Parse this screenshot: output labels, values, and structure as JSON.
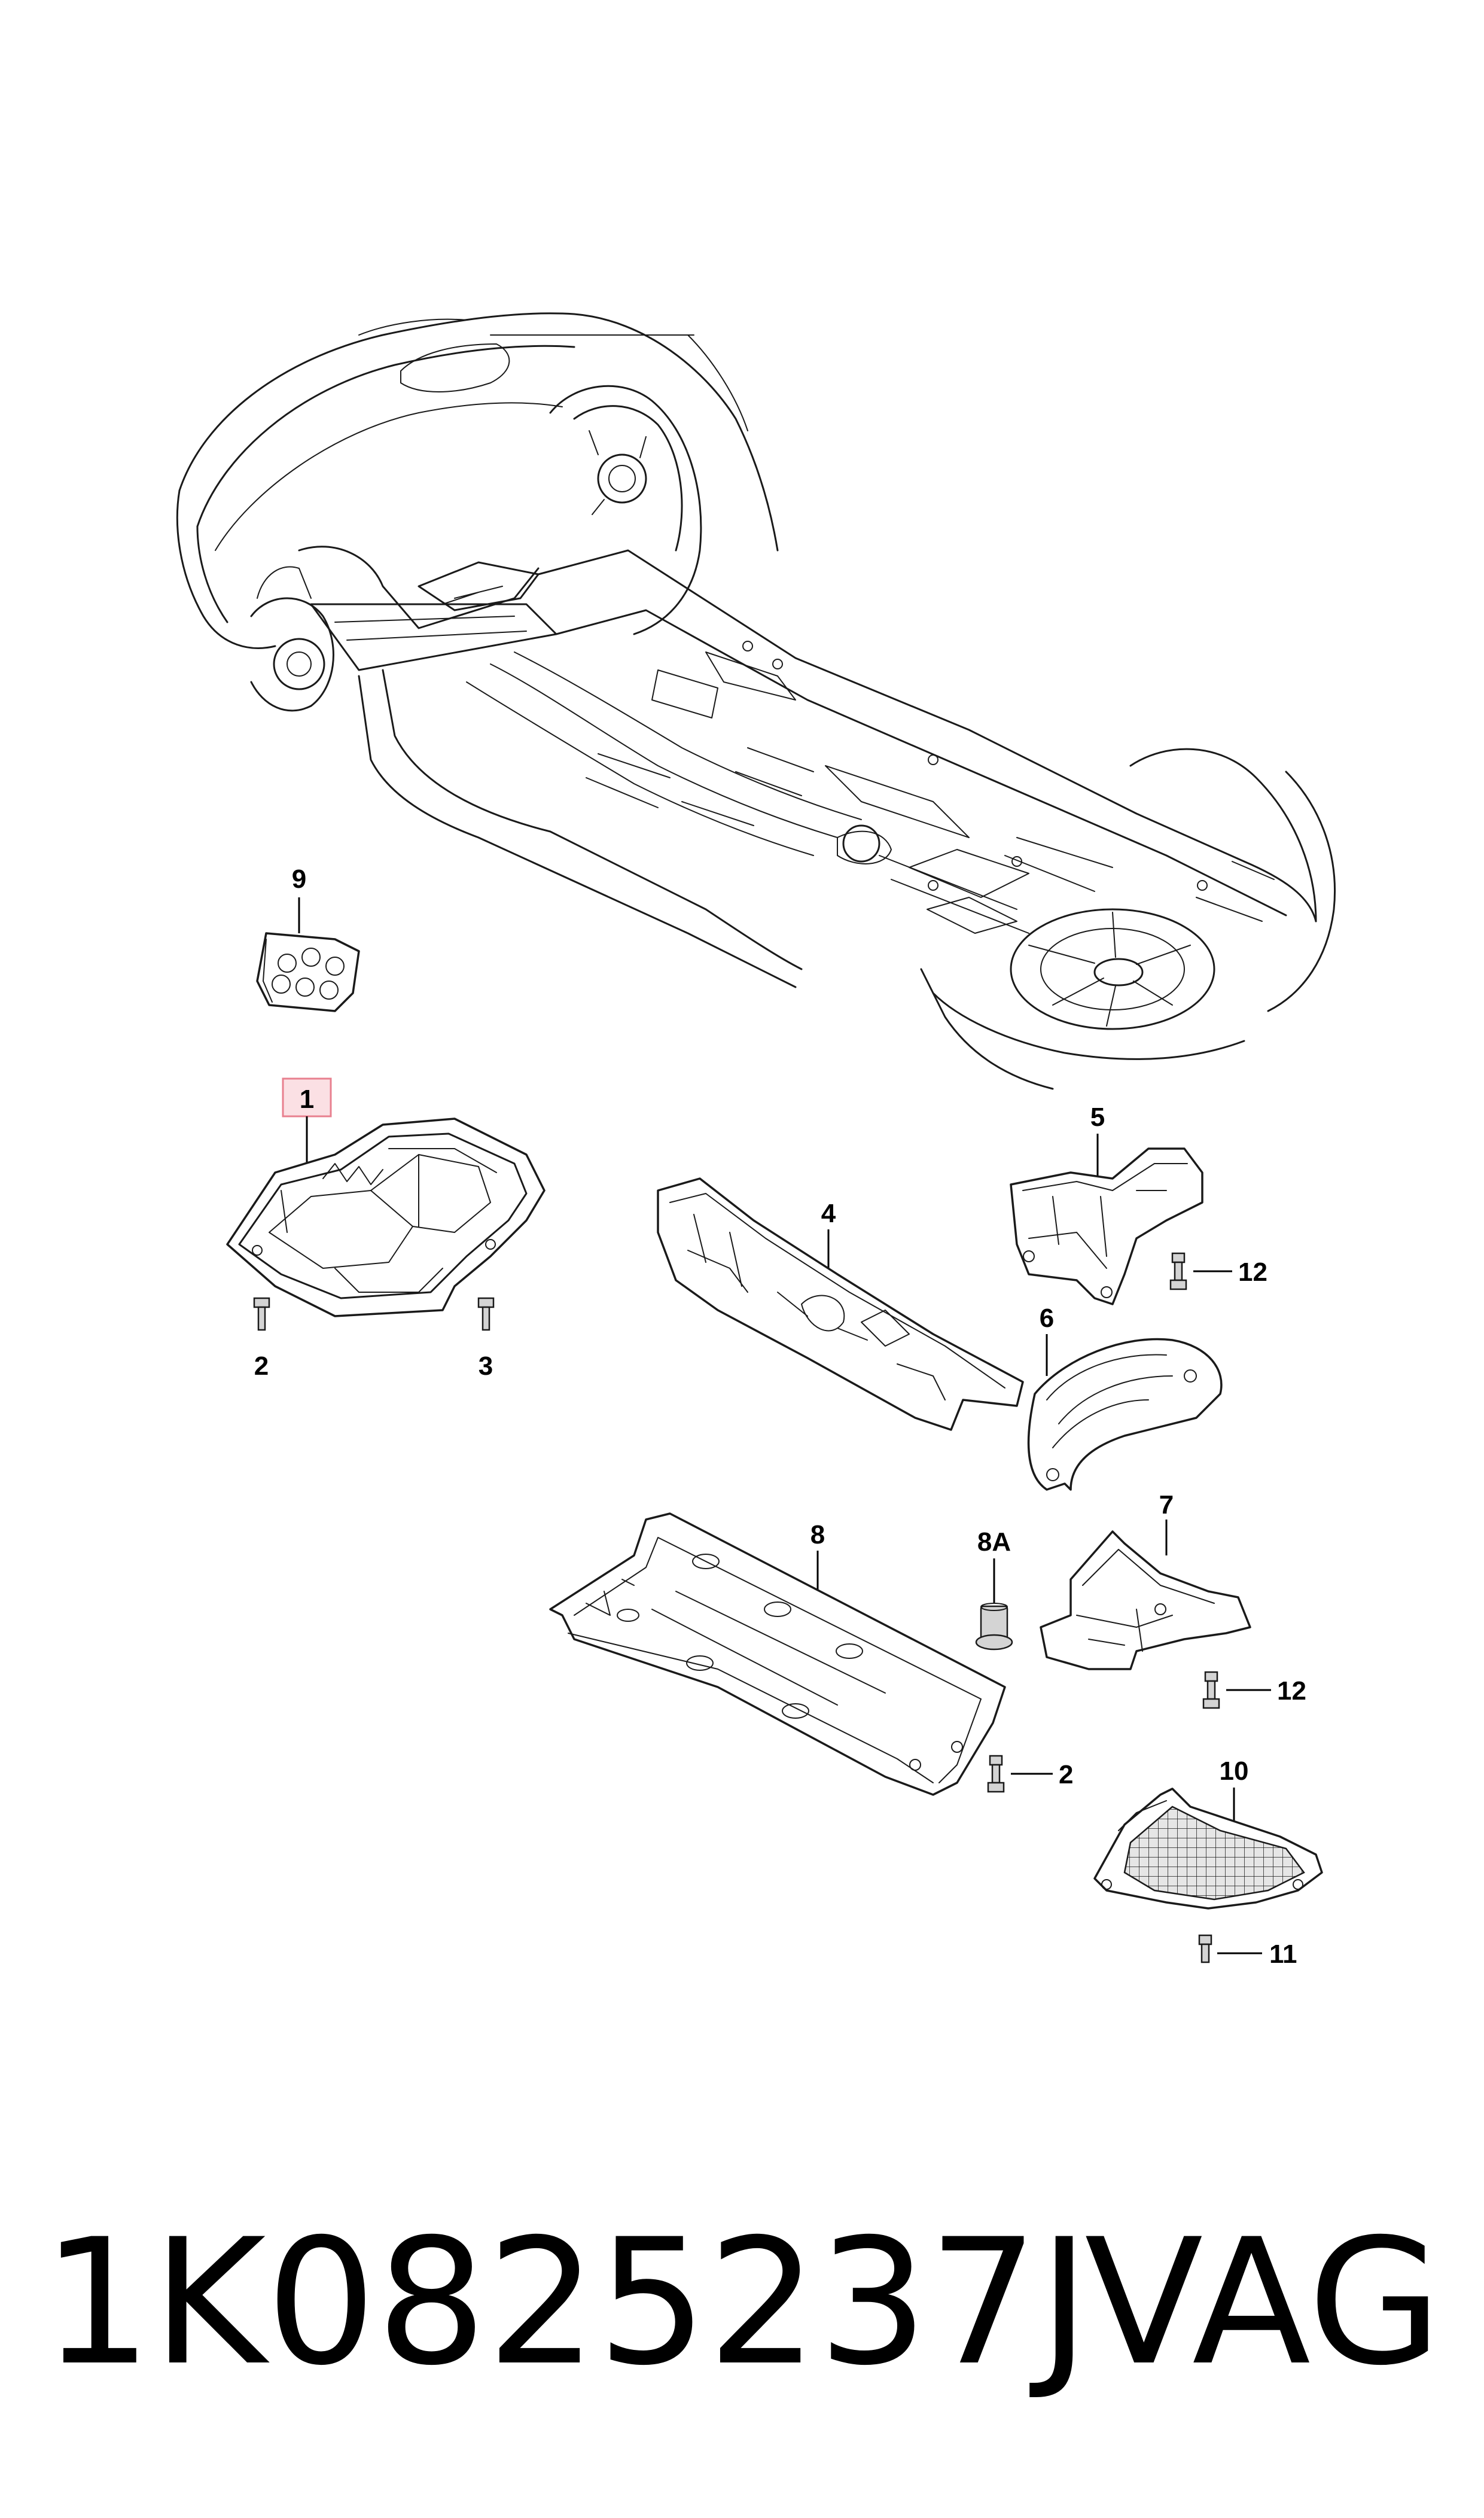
{
  "diagram": {
    "callouts": {
      "item_1": "1",
      "item_2a": "2",
      "item_3": "3",
      "item_4": "4",
      "item_5": "5",
      "item_6": "6",
      "item_7": "7",
      "item_8": "8",
      "item_8a": "8A",
      "item_9": "9",
      "item_10": "10",
      "item_11": "11",
      "item_12a": "12",
      "item_12b": "12",
      "item_2b": "2"
    },
    "highlight_color": "#e8808f",
    "highlight_fill": "#fbe0e4"
  },
  "caption": {
    "part_number": "1K0825237J",
    "brand": "VAG"
  }
}
